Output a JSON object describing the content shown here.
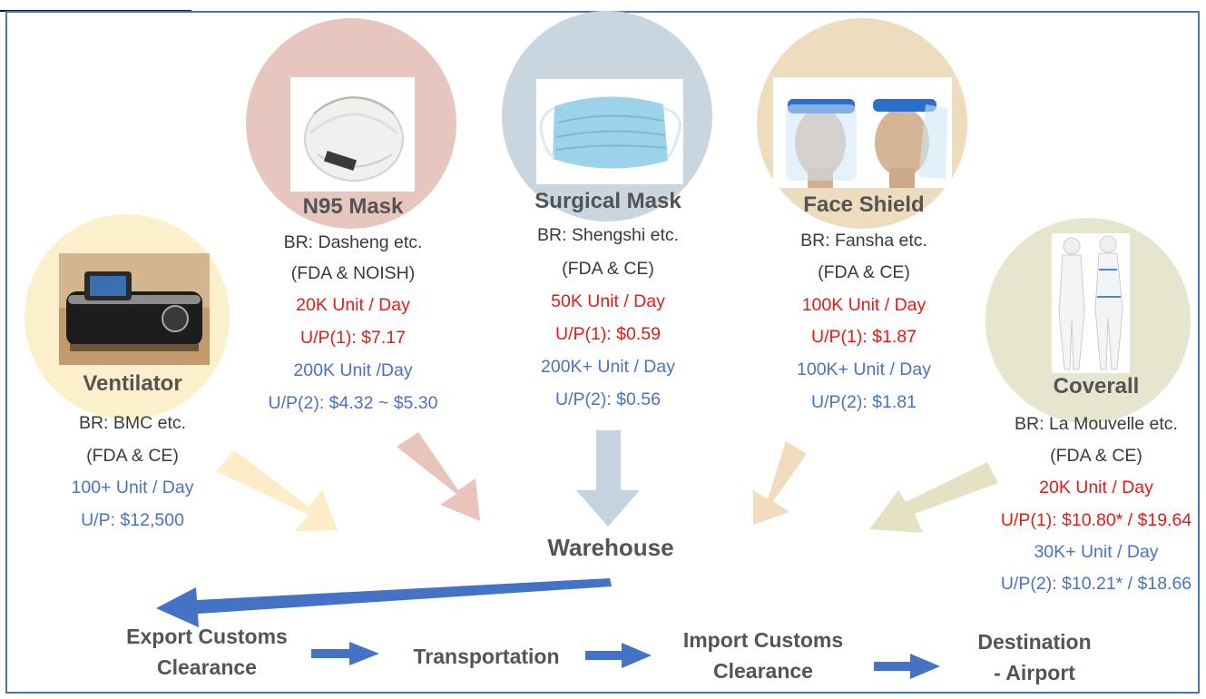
{
  "products": [
    {
      "key": "n95",
      "name": "N95 Mask",
      "image_icon": "n95-respirator-image",
      "circle_color": "#e7c6bf",
      "lines": [
        {
          "text": "BR: Dasheng etc.",
          "color": "gray"
        },
        {
          "text": "(FDA & NOISH)",
          "color": "gray"
        },
        {
          "text": "20K Unit / Day",
          "color": "red"
        },
        {
          "text": "U/P(1): $7.17",
          "color": "red"
        },
        {
          "text": "200K Unit  /Day",
          "color": "blue"
        },
        {
          "text": "U/P(2): $4.32 ~ $5.30",
          "color": "blue"
        }
      ]
    },
    {
      "key": "surgical",
      "name": "Surgical Mask",
      "image_icon": "surgical-mask-image",
      "circle_color": "#c9d6e0",
      "lines": [
        {
          "text": "BR: Shengshi etc.",
          "color": "gray"
        },
        {
          "text": "(FDA & CE)",
          "color": "gray"
        },
        {
          "text": "50K Unit / Day",
          "color": "red"
        },
        {
          "text": "U/P(1): $0.59",
          "color": "red"
        },
        {
          "text": "200K+ Unit  / Day",
          "color": "blue"
        },
        {
          "text": "U/P(2): $0.56",
          "color": "blue"
        }
      ]
    },
    {
      "key": "faceshield",
      "name": "Face Shield",
      "image_icon": "face-shield-image",
      "circle_color": "#eedcbf",
      "lines": [
        {
          "text": "BR: Fansha etc.",
          "color": "gray"
        },
        {
          "text": "(FDA & CE)",
          "color": "gray"
        },
        {
          "text": "100K Unit / Day",
          "color": "red"
        },
        {
          "text": "U/P(1): $1.87",
          "color": "red"
        },
        {
          "text": "100K+ Unit  / Day",
          "color": "blue"
        },
        {
          "text": "U/P(2): $1.81",
          "color": "blue"
        }
      ]
    },
    {
      "key": "ventilator",
      "name": "Ventilator",
      "image_icon": "ventilator-device-image",
      "circle_color": "#fbefcc",
      "lines": [
        {
          "text": "BR: BMC etc.",
          "color": "gray"
        },
        {
          "text": "(FDA & CE)",
          "color": "gray"
        },
        {
          "text": "100+ Unit / Day",
          "color": "blue"
        },
        {
          "text": "U/P: $12,500",
          "color": "blue"
        }
      ]
    },
    {
      "key": "coverall",
      "name": "Coverall",
      "image_icon": "protective-coverall-image",
      "circle_color": "#e6e6cf",
      "lines": [
        {
          "text": "BR: La Mouvelle etc.",
          "color": "gray"
        },
        {
          "text": "(FDA & CE)",
          "color": "gray"
        },
        {
          "text": "20K Unit / Day",
          "color": "red"
        },
        {
          "text": "U/P(1): $10.80* / $19.64",
          "color": "red"
        },
        {
          "text": "30K+ Unit  / Day",
          "color": "blue"
        },
        {
          "text": "U/P(2): $10.21*  / $18.66",
          "color": "blue"
        }
      ]
    }
  ],
  "hub": {
    "label": "Warehouse"
  },
  "flow": {
    "export": [
      "Export Customs",
      "Clearance"
    ],
    "transport": [
      "Transportation"
    ],
    "import": [
      "Import Customs",
      "Clearance"
    ],
    "destination": [
      "Destination",
      "- Airport"
    ]
  },
  "colors": {
    "flow_arrow": "#4472c4",
    "text_gray": "#545454",
    "text_red": "#e41b17",
    "text_blue": "#4a72c4",
    "frame_border": "#4a72b8"
  }
}
